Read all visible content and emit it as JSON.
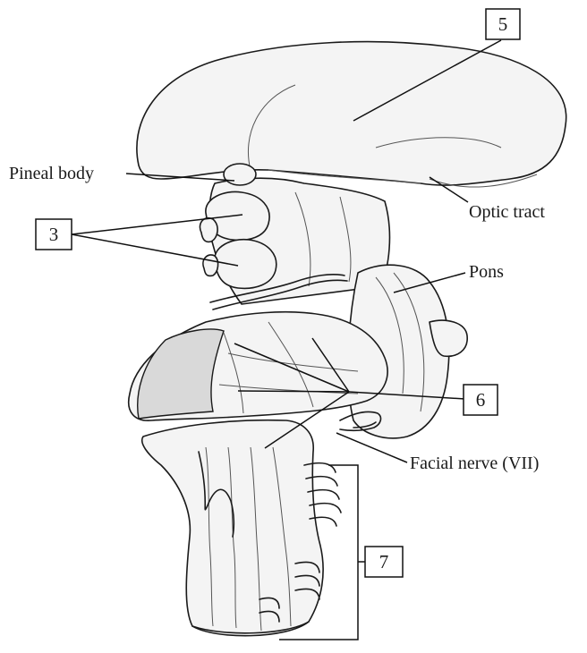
{
  "labels": {
    "pineal_body": "Pineal body",
    "optic_tract": "Optic tract",
    "pons": "Pons",
    "facial_nerve": "Facial nerve (VII)"
  },
  "callouts": {
    "box_3": "3",
    "box_5": "5",
    "box_6": "6",
    "box_7": "7"
  }
}
